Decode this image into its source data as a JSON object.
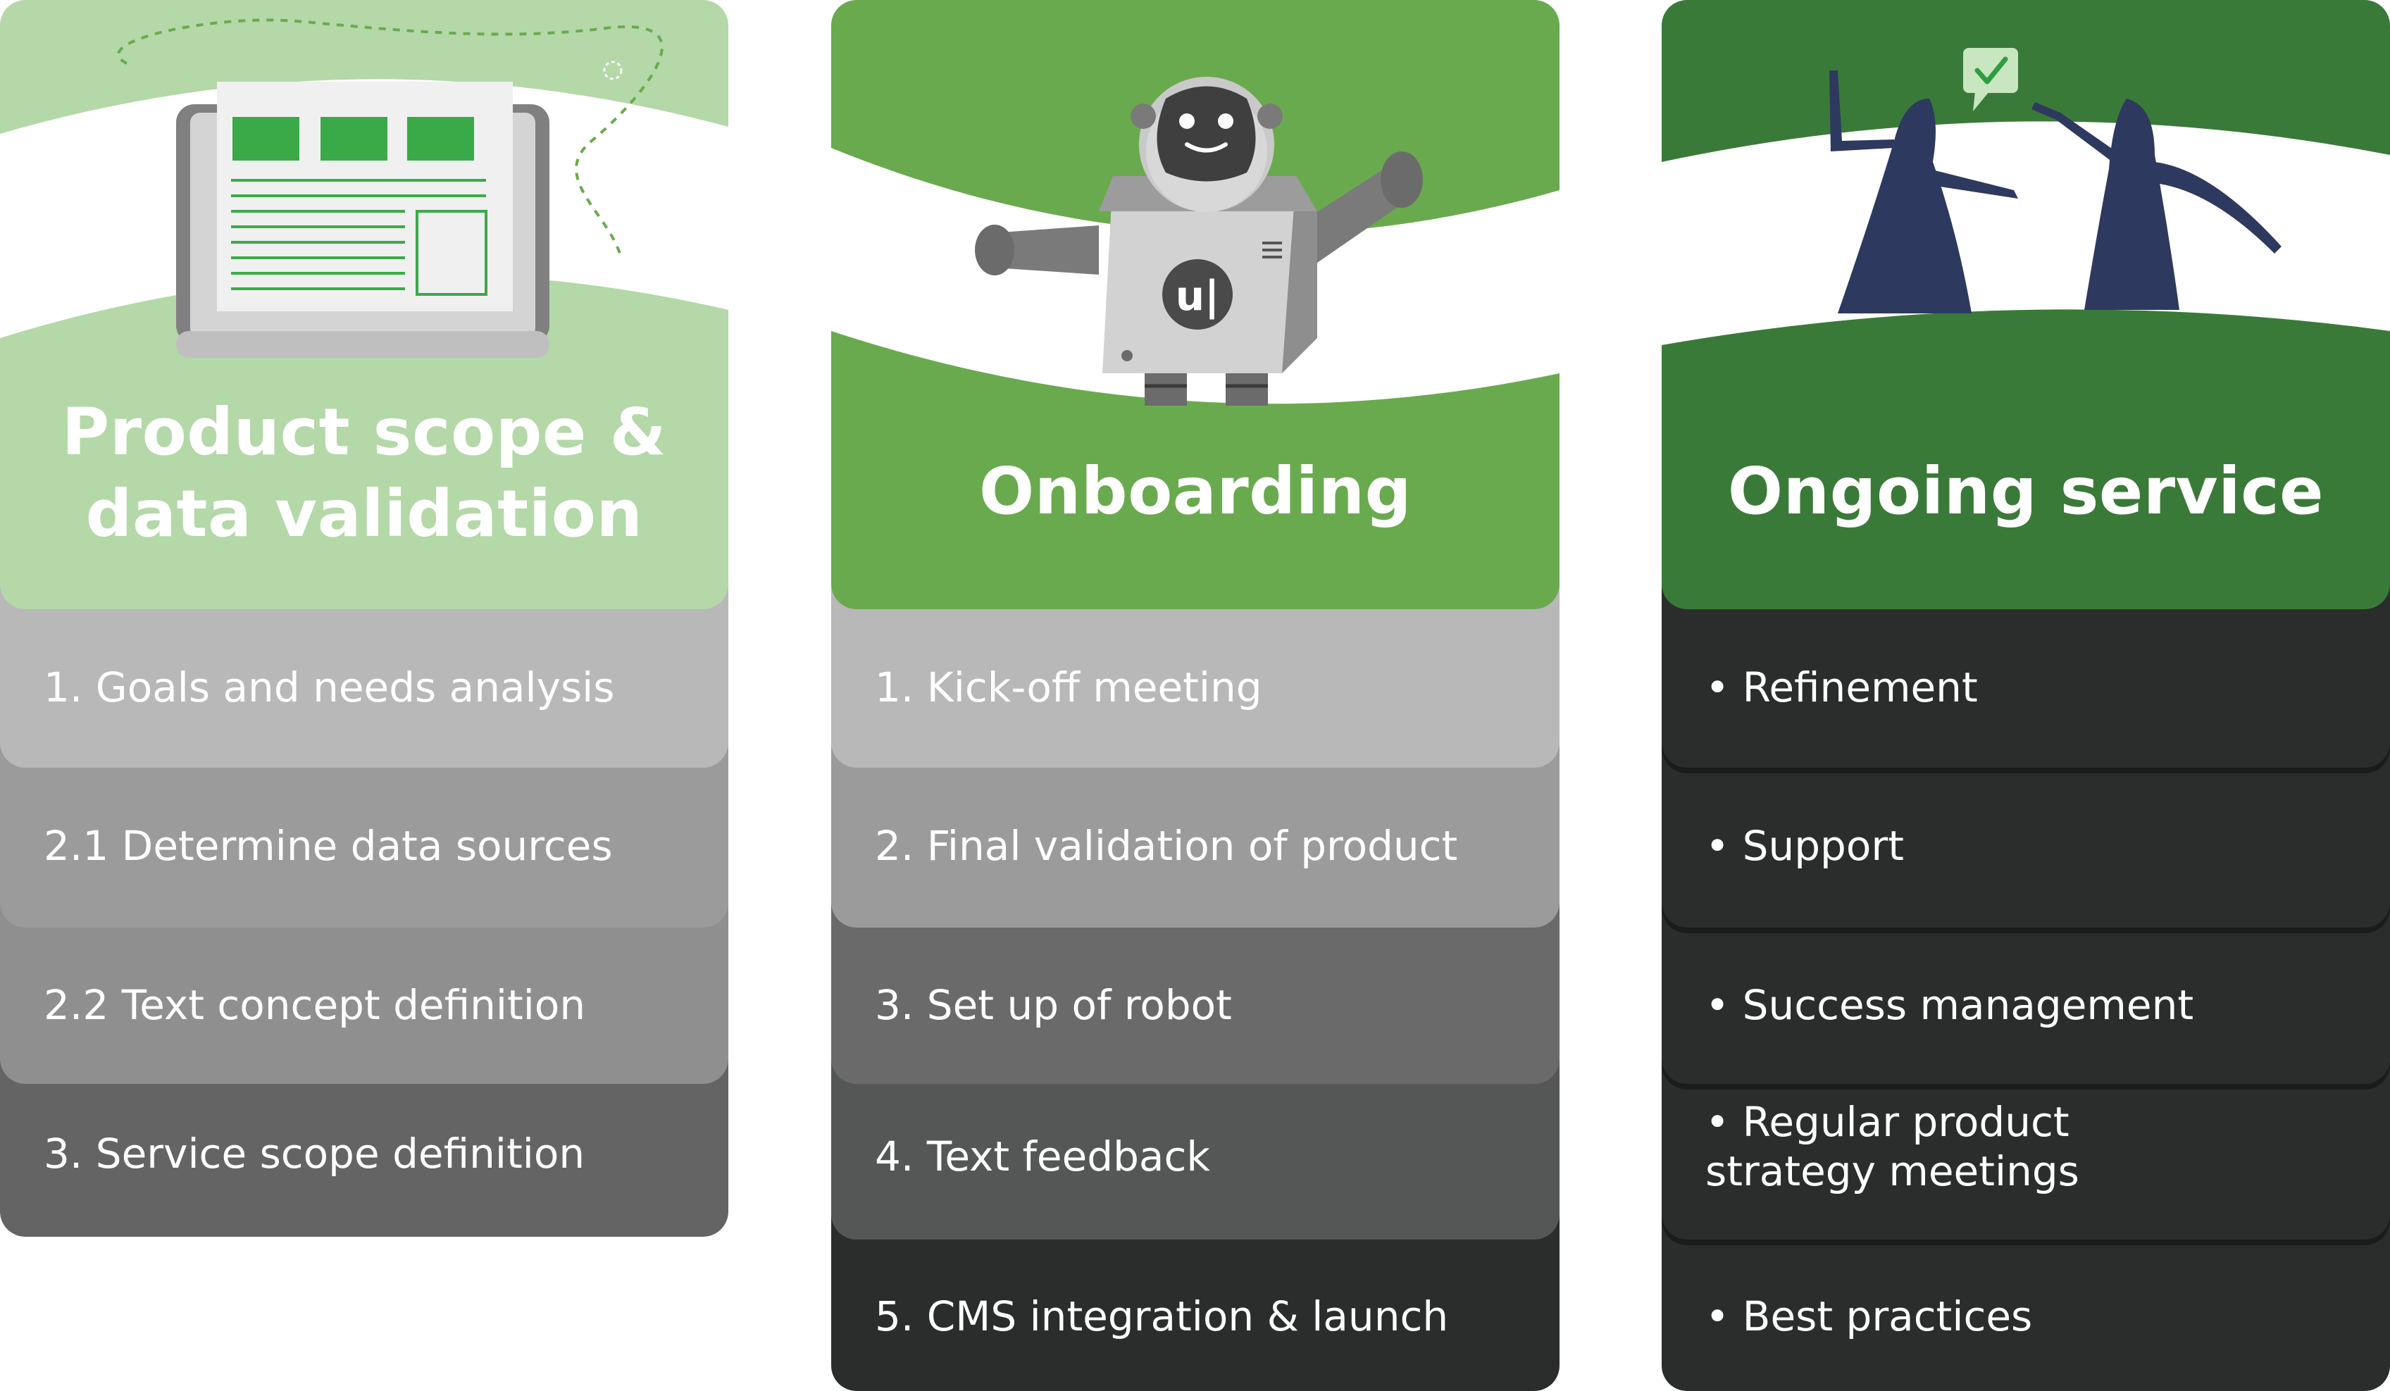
{
  "columns": [
    {
      "title_line1": "Product scope &",
      "title_line2": "data validation",
      "illustration": "laptop-document-illustration",
      "header_color": "#b4d8a8",
      "steps": [
        {
          "label": "1. Goals and needs analysis",
          "color": "#b8b8b8"
        },
        {
          "label": "2.1 Determine data sources",
          "color": "#9b9b9b"
        },
        {
          "label": "2.2 Text concept definition",
          "color": "#8f8f8f"
        },
        {
          "label": "3. Service scope definition",
          "color": "#646464"
        }
      ]
    },
    {
      "title": "Onboarding",
      "illustration": "robot-mascot-illustration",
      "mascot_badge": "u|",
      "header_color": "#6aaa4e",
      "steps": [
        {
          "label": "1. Kick-off meeting",
          "color": "#b8b8b8"
        },
        {
          "label": "2. Final validation of product",
          "color": "#9b9b9b"
        },
        {
          "label": "3. Set up of robot",
          "color": "#6a6a6a"
        },
        {
          "label": "4. Text feedback",
          "color": "#555757"
        },
        {
          "label": "5. CMS integration & launch",
          "color": "#2b2d2d"
        }
      ]
    },
    {
      "title": "Ongoing service",
      "illustration": "people-high-five-illustration",
      "header_color": "#3a7a38",
      "steps": [
        {
          "label": "• Refinement",
          "color": "#2b2d2d"
        },
        {
          "label": "• Support",
          "color": "#2b2d2d"
        },
        {
          "label": "• Success management",
          "color": "#2b2d2d"
        },
        {
          "label": "• Regular product",
          "label2": "strategy meetings",
          "color": "#2b2d2d"
        },
        {
          "label": "• Best practices",
          "color": "#2b2d2d"
        }
      ]
    }
  ]
}
